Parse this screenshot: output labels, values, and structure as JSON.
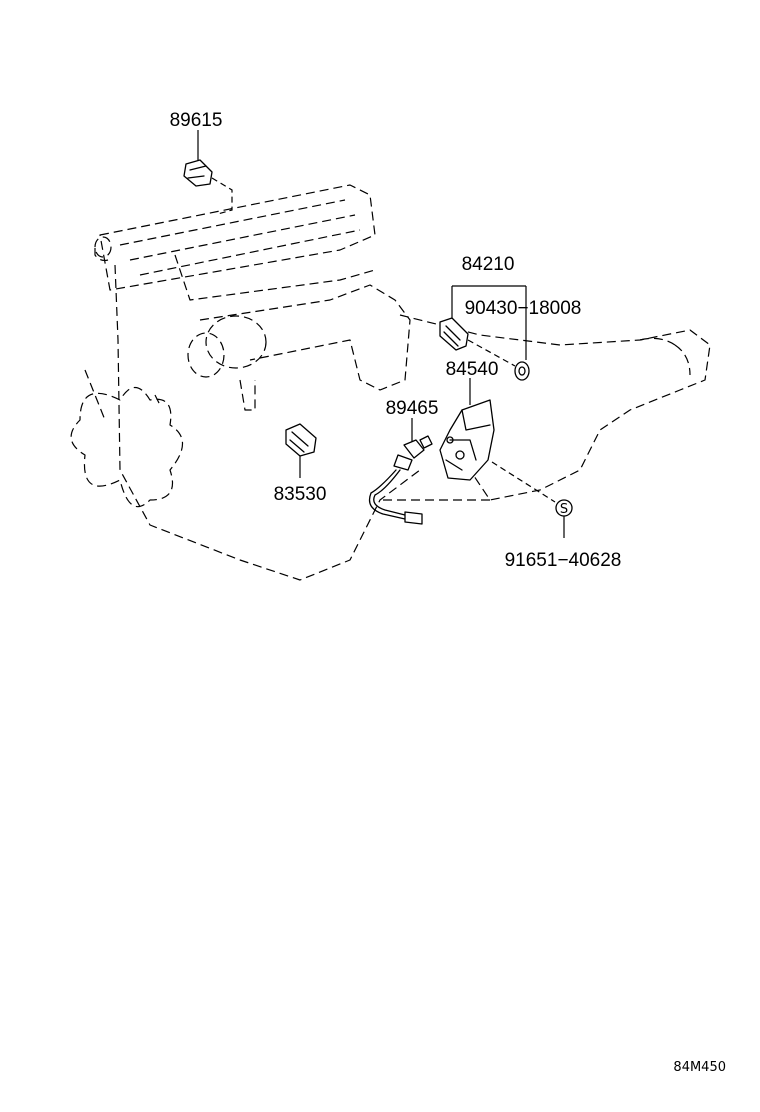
{
  "diagram": {
    "part_labels": {
      "p89615": "89615",
      "p84210": "84210",
      "p90430": "90430−18008",
      "p84540": "84540",
      "p89465": "89465",
      "p83530": "83530",
      "p91651": "91651−40628"
    },
    "symbols": {
      "s_circle": "S"
    },
    "reference_code": "84M450"
  }
}
